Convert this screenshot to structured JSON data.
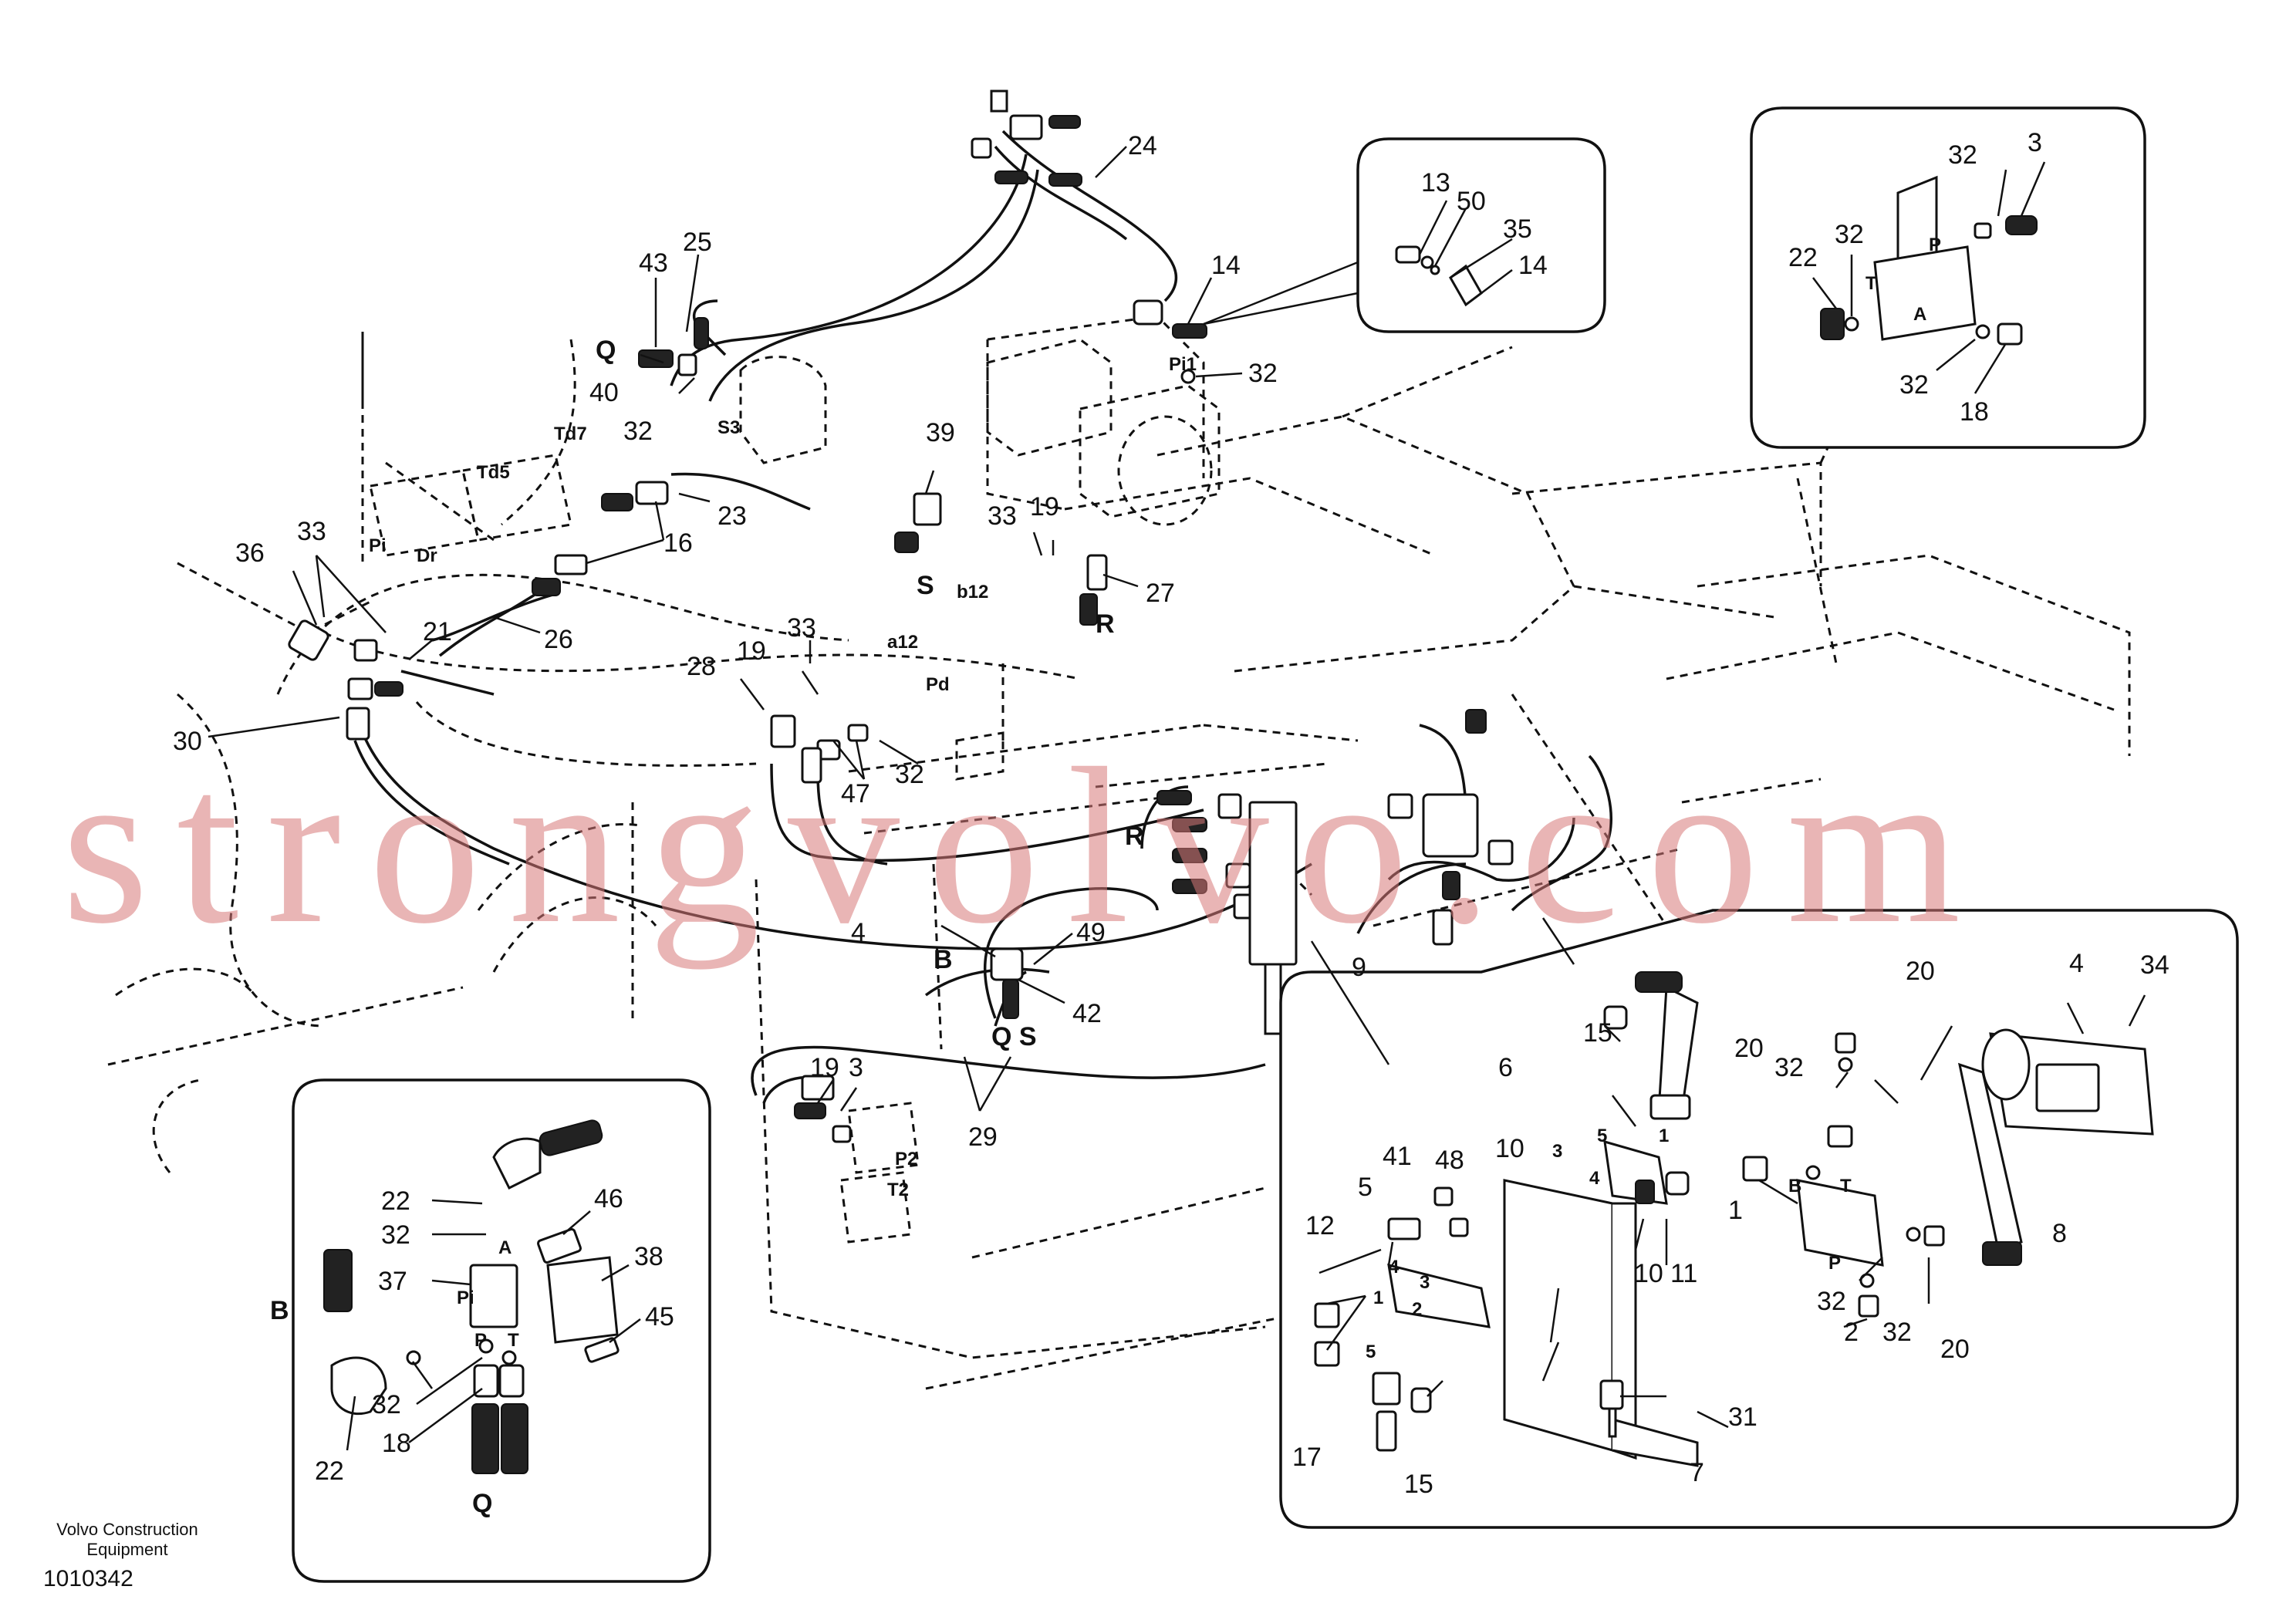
{
  "labels": {
    "l24": "24",
    "l43": "43",
    "l25": "25",
    "l40": "40",
    "l32a": "32",
    "l13a": "13",
    "l50": "50",
    "l35": "35",
    "l14a": "14",
    "l14b": "14",
    "l32b": "32",
    "l39": "39",
    "l23": "23",
    "l16": "16",
    "l33a": "33",
    "l19a": "19",
    "l27": "27",
    "l36": "36",
    "l33b": "33",
    "l21": "21",
    "l26": "26",
    "l33c": "33",
    "l28": "28",
    "l19b": "19",
    "l30": "30",
    "l47": "47",
    "l32c": "32",
    "l4a": "4",
    "l49": "49",
    "l42": "42",
    "l19c": "19",
    "l3x": "3",
    "l29": "29",
    "l32d": "32",
    "l3a": "3",
    "l22a": "22",
    "l32e": "32",
    "l32f": "32",
    "l18a": "18",
    "l9": "9",
    "l20a": "20",
    "l4b": "4",
    "l34": "34",
    "l15a": "15",
    "l6": "6",
    "l20b": "20",
    "l32g": "32",
    "l41": "41",
    "l48": "48",
    "l10a": "10",
    "l1": "1",
    "l5": "5",
    "l12": "12",
    "l10b": "10",
    "l11": "11",
    "l8": "8",
    "l32h": "32",
    "l32i": "32",
    "l20c": "20",
    "l2": "2",
    "l31": "31",
    "l17": "17",
    "l15b": "15",
    "l7": "7",
    "l22b": "22",
    "l46": "46",
    "l32j": "32",
    "l37": "37",
    "l38": "38",
    "l45": "45",
    "l32k": "32",
    "l18b": "18",
    "l22c": "22"
  },
  "port_letters": {
    "Q1": "Q",
    "Q2": "Q",
    "S3": "S3",
    "Td7": "Td7",
    "Td5": "Td5",
    "Pi1": "Pi1",
    "S": "S",
    "b12": "b12",
    "a12": "a12",
    "Pd": "Pd",
    "R1": "R",
    "R2": "R",
    "B1": "B",
    "B2": "B",
    "QS": "Q S",
    "P2": "P2",
    "T2": "T2",
    "Pi": "Pi",
    "Dr": "Dr",
    "Pi_b": "Pi",
    "A_b": "A",
    "P_b": "P",
    "T_b": "T",
    "P_c": "P",
    "T_c": "T",
    "A_c": "A",
    "B_d": "B",
    "T_d": "T",
    "P_d": "P",
    "n3a": "3",
    "n5a": "5",
    "n1a": "1",
    "n4a": "4",
    "n4b": "4",
    "n3b": "3",
    "n1b": "1",
    "n2b": "2",
    "n5b": "5"
  },
  "watermark": "strongvolvo.com",
  "caption": "Volvo Construction Equipment",
  "drawing_number": "1010342"
}
